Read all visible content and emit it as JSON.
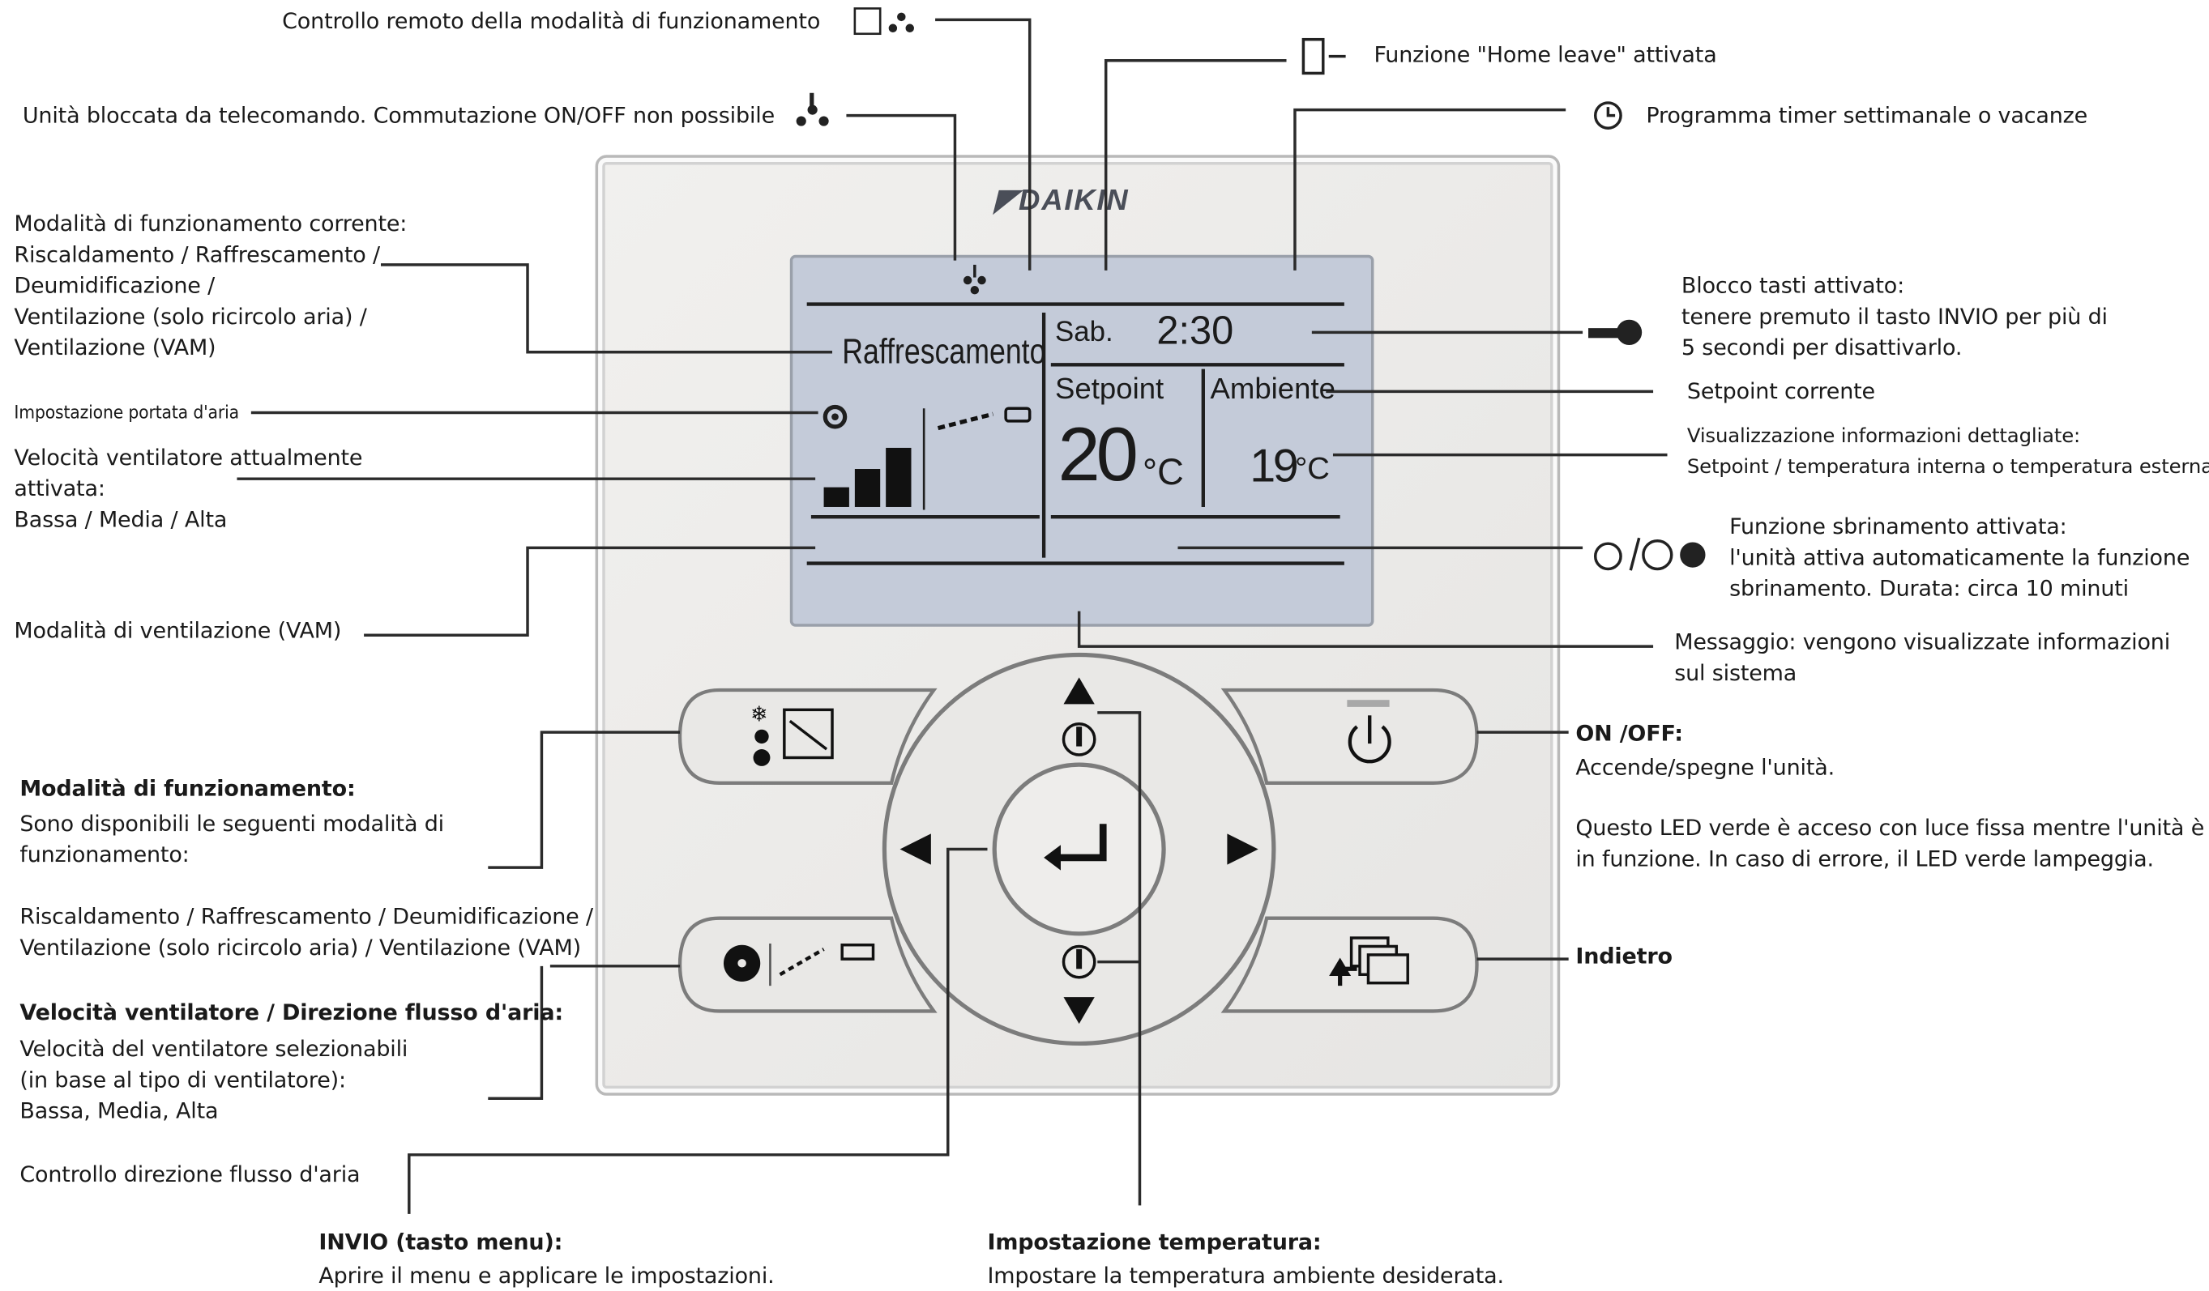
{
  "brand": {
    "name": "DAIKIN"
  },
  "display": {
    "mode": "Raffrescamento",
    "day": "Sab.",
    "time": "2:30",
    "setpoint_label": "Setpoint",
    "ambient_label": "Ambiente",
    "setpoint_value": "20",
    "ambient_value": "19",
    "unit": "°C",
    "fan_speed_level": "3/3"
  },
  "top_labels": {
    "remote_control": "Controllo remoto della modalità di funzionamento",
    "home_leave": "Funzione \"Home leave\" attivata",
    "locked": "Unità bloccata da telecomando. Commutazione ON/OFF non possibile",
    "timer": "Programma timer settimanale o vacanze"
  },
  "left_labels": {
    "current_mode": [
      "Modalità di funzionamento corrente:",
      "Riscaldamento  / Raffrescamento  /",
      "Deumidificazione  /",
      "Ventilazione (solo ricircolo aria) /",
      "Ventilazione (VAM)"
    ],
    "airflow_setting": "Impostazione portata d'aria",
    "fan_speed": [
      "Velocità ventilatore attualmente",
      "attivata:",
      "Bassa / Media / Alta"
    ],
    "vam_mode": "Modalità di ventilazione (VAM)",
    "operation_mode_title": "Modalità di funzionamento:",
    "operation_mode_body": [
      "Sono disponibili le seguenti modalità di",
      "funzionamento:"
    ],
    "operation_mode_list": [
      "Riscaldamento  / Raffrescamento  / Deumidificazione  /",
      "Ventilazione (solo ricircolo aria) / Ventilazione (VAM)"
    ],
    "fan_dir_title": "Velocità ventilatore / Direzione flusso d'aria:",
    "fan_dir_body": [
      "Velocità del ventilatore selezionabili",
      "(in base al tipo di ventilatore):",
      "Bassa, Media, Alta"
    ],
    "airflow_dir": "Controllo direzione flusso d'aria"
  },
  "right_labels": {
    "key_lock": [
      "Blocco tasti attivato:",
      "tenere premuto il tasto INVIO per più di",
      "5 secondi per disattivarlo."
    ],
    "current_setpoint": "Setpoint corrente",
    "detail_info": [
      "Visualizzazione informazioni dettagliate:",
      "Setpoint / temperatura interna o temperatura esterna"
    ],
    "defrost": [
      "Funzione sbrinamento attivata:",
      "l'unità attiva automaticamente la funzione",
      "sbrinamento. Durata: circa 10 minuti"
    ],
    "message": [
      "Messaggio: vengono visualizzate informazioni",
      "sul sistema"
    ],
    "onoff_title": "ON /OFF:",
    "onoff_body": "Accende/spegne l'unità.",
    "led_body": [
      "Questo LED verde è acceso con luce fissa mentre l'unità è",
      "in funzione. In caso di errore, il LED verde lampeggia."
    ],
    "back": "Indietro"
  },
  "bottom_labels": {
    "enter_title": "INVIO (tasto menu):",
    "enter_body": "Aprire il menu e applicare le impostazioni.",
    "temp_title": "Impostazione temperatura:",
    "temp_body": "Impostare la temperatura ambiente desiderata."
  },
  "colors": {
    "lcd": "#c4cbd9",
    "leader_line": "#2b2b2b",
    "panel": "#ecebe9"
  }
}
